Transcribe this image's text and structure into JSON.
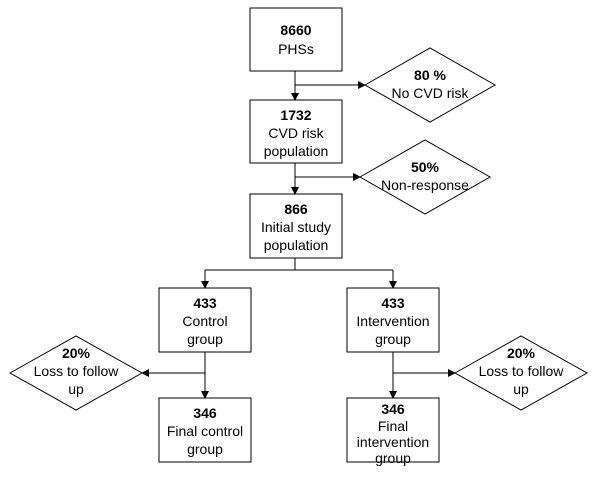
{
  "nodes": {
    "phs": {
      "count": "8660",
      "lines": [
        "PHSs"
      ]
    },
    "no_cvd": {
      "count": "80 %",
      "lines": [
        "No CVD risk"
      ]
    },
    "cvd_pop": {
      "count": "1732",
      "lines": [
        "CVD risk",
        "population"
      ]
    },
    "nonresponse": {
      "count": "50%",
      "lines": [
        "Non-response"
      ]
    },
    "initial": {
      "count": "866",
      "lines": [
        "Initial study",
        "population"
      ]
    },
    "control": {
      "count": "433",
      "lines": [
        "Control",
        "group"
      ]
    },
    "intervention": {
      "count": "433",
      "lines": [
        "Intervention",
        "group"
      ]
    },
    "loss_left": {
      "count": "20%",
      "lines": [
        "Loss to follow",
        "up"
      ]
    },
    "loss_right": {
      "count": "20%",
      "lines": [
        "Loss to follow",
        "up"
      ]
    },
    "final_control": {
      "count": "346",
      "lines": [
        "Final control",
        "group"
      ]
    },
    "final_intervention": {
      "count": "346",
      "lines": [
        "Final",
        "intervention",
        "group"
      ]
    }
  },
  "colors": {
    "stroke": "#000000",
    "fill": "#ffffff",
    "text": "#000000"
  }
}
